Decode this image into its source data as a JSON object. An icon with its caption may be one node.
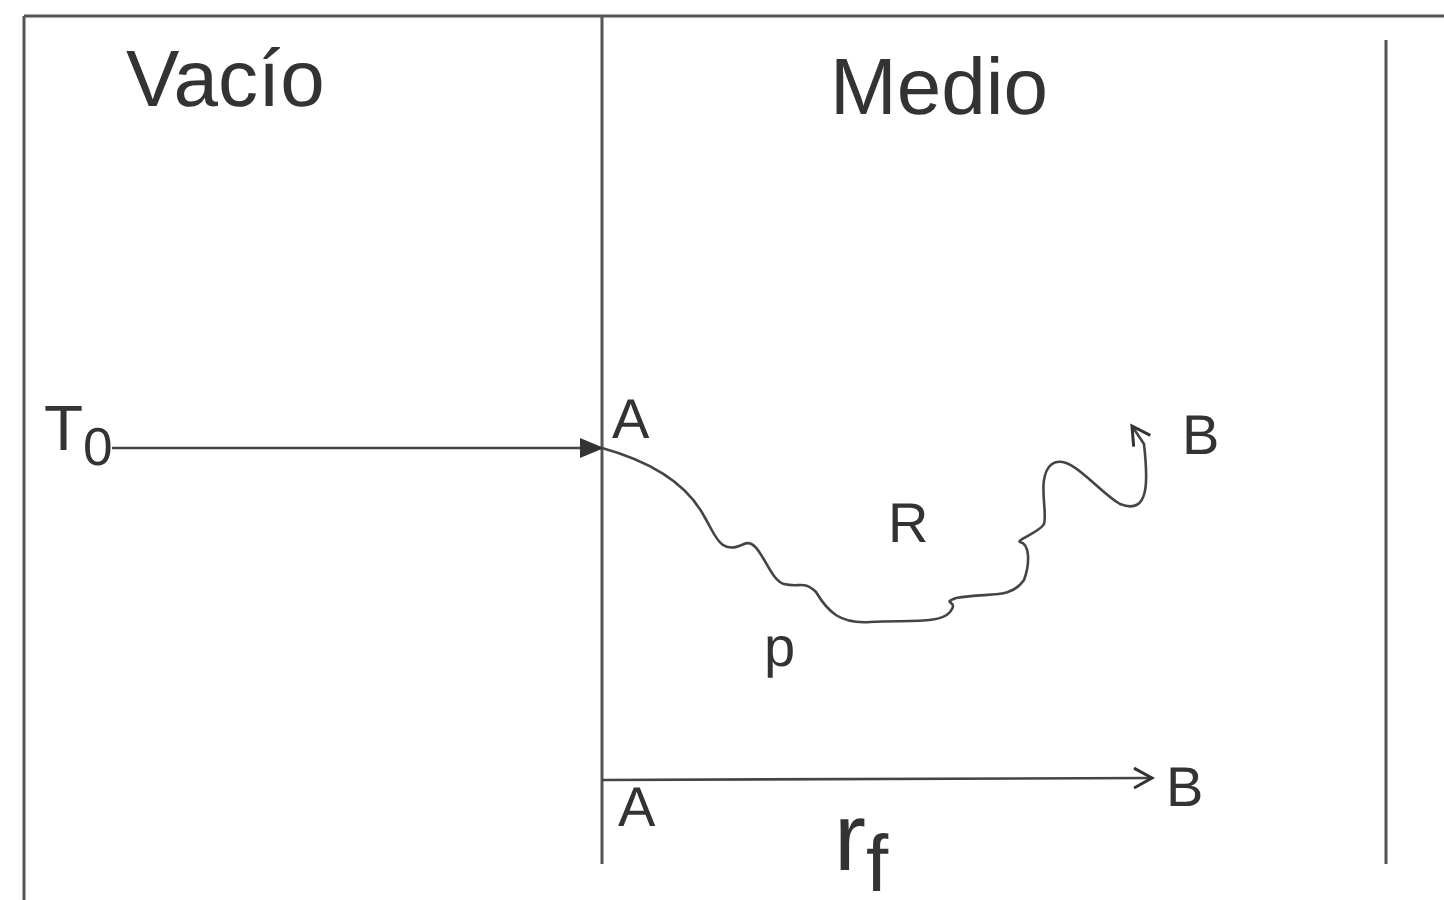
{
  "diagram": {
    "nodes": [
      {
        "text": [
          "A"
        ]
      },
      {
        "text": [
          "B"
        ]
      },
      {
        "text": [
          "A"
        ]
      },
      {
        "text": [
          "B"
        ]
      }
    ],
    "edges": [
      {
        "from": null,
        "to": 0,
        "arrow": "to",
        "label": "T$_{0}$"
      },
      {
        "from": 0,
        "to": 1,
        "arrow": "to"
      },
      {
        "from": 2,
        "to": 3,
        "arrow": "to",
        "label": "r$_{f}$"
      }
    ],
    "labels": [
      "Vacío",
      "Medio",
      "R",
      "p"
    ]
  }
}
